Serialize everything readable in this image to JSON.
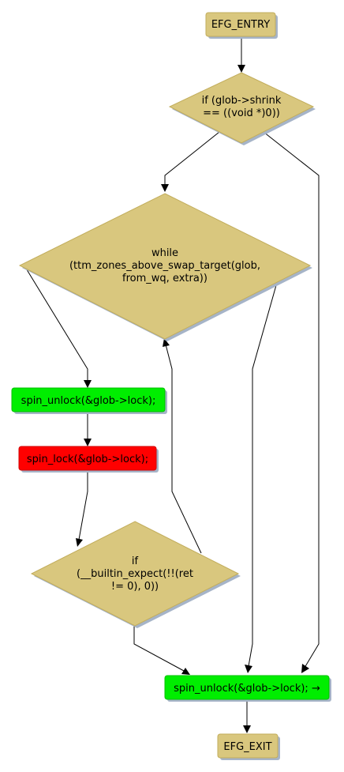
{
  "colors": {
    "node_tan": "#d9c77e",
    "node_green": "#00ee00",
    "node_red": "#ff0000",
    "shadow": "#a6b4c8",
    "edge": "#000000"
  },
  "nodes": {
    "entry": {
      "label": "EFG_ENTRY"
    },
    "if_shrink": {
      "lines": [
        "if (glob->shrink",
        "== ((void *)0))"
      ]
    },
    "while_loop": {
      "lines": [
        "while",
        "(ttm_zones_above_swap_target(glob,",
        "from_wq, extra))"
      ]
    },
    "spin_unlock_1": {
      "label": "spin_unlock(&glob->lock);"
    },
    "spin_lock": {
      "label": "spin_lock(&glob->lock);"
    },
    "if_ret": {
      "lines": [
        "if",
        "(__builtin_expect(!!(ret",
        "!= 0), 0))"
      ]
    },
    "spin_unlock_2": {
      "label": "spin_unlock(&glob->lock); →"
    },
    "exit": {
      "label": "EFG_EXIT"
    }
  }
}
